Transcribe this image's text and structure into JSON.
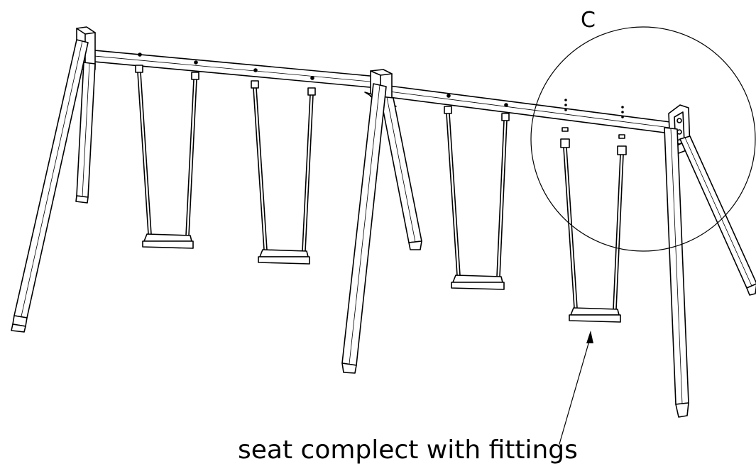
{
  "diagram": {
    "detail_marker": "C",
    "callout_label": "seat complect with fittings",
    "swing_count": 4,
    "line_color": "#000000",
    "background_color": "#ffffff"
  }
}
